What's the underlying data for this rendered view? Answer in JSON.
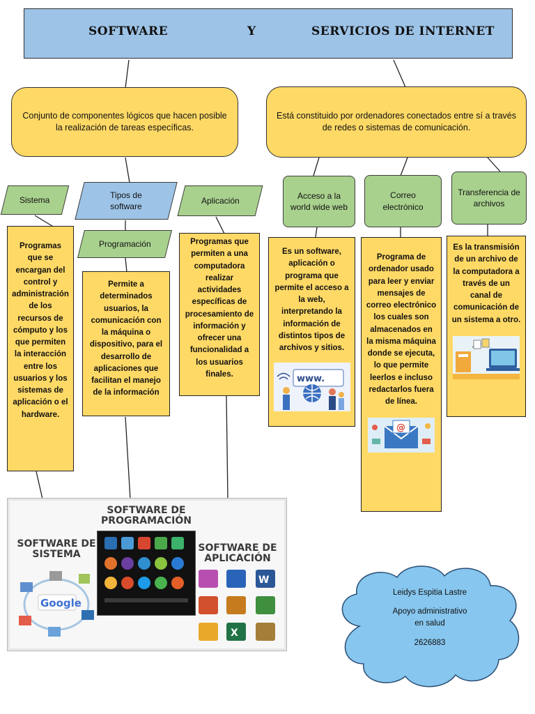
{
  "title": {
    "left": "SOFTWARE",
    "middle": "Y",
    "right": "SERVICIOS DE INTERNET"
  },
  "software": {
    "definition": "Conjunto de componentes lógicos que hacen posible la realización de tareas específicas.",
    "types_label": "Tipos de software",
    "types": [
      {
        "label": "Sistema",
        "description": "Programas que se encargan del control y administración de los recursos de cómputo y los que permiten la interacción entre los usuarios y los sistemas de aplicación o el hardware."
      },
      {
        "label": "Programación",
        "description": "Permite a determinados usuarios, la comunicación con la máquina o dispositivo, para el desarrollo de aplicaciones que facilitan el manejo de la información"
      },
      {
        "label": "Aplicación",
        "description": "Programas que permiten a una computadora realizar actividades específicas de procesamiento de información y ofrecer una funcionalidad a los usuarios finales."
      }
    ]
  },
  "internet": {
    "definition": "Está constituido por ordenadores conectados entre sí a través de redes o sistemas de comunicación.",
    "services": [
      {
        "label": "Acceso a la world wide web",
        "description": "Es un software, aplicación o programa que permite el acceso a la web, interpretando la información de distintos tipos de archivos y sitios."
      },
      {
        "label": "Correo electrónico",
        "description": "Programa de ordenador usado para leer y enviar mensajes de correo electrónico los cuales son almacenados en la misma máquina donde se ejecuta, lo que permite leerlos e incluso redactarlos fuera de línea."
      },
      {
        "label": "Transferencia de archivos",
        "description": "Es la transmisión de un archivo de la computadora a través de un canal de comunicación de un sistema a otro."
      }
    ]
  },
  "collage": {
    "sistema": "SOFTWARE DE SISTEMA",
    "programacion": "SOFTWARE DE PROGRAMACIÓN",
    "aplicacion": "SOFTWARE DE APLICACIÓN",
    "google": "Google",
    "www": "www."
  },
  "author": {
    "name": "Leidys Espitia Lastre",
    "program": "Apoyo administrativo en salud",
    "id": "2626883"
  },
  "colors": {
    "yellow": "#ffd966",
    "blue": "#9dc3e6",
    "green": "#a9d18e"
  }
}
